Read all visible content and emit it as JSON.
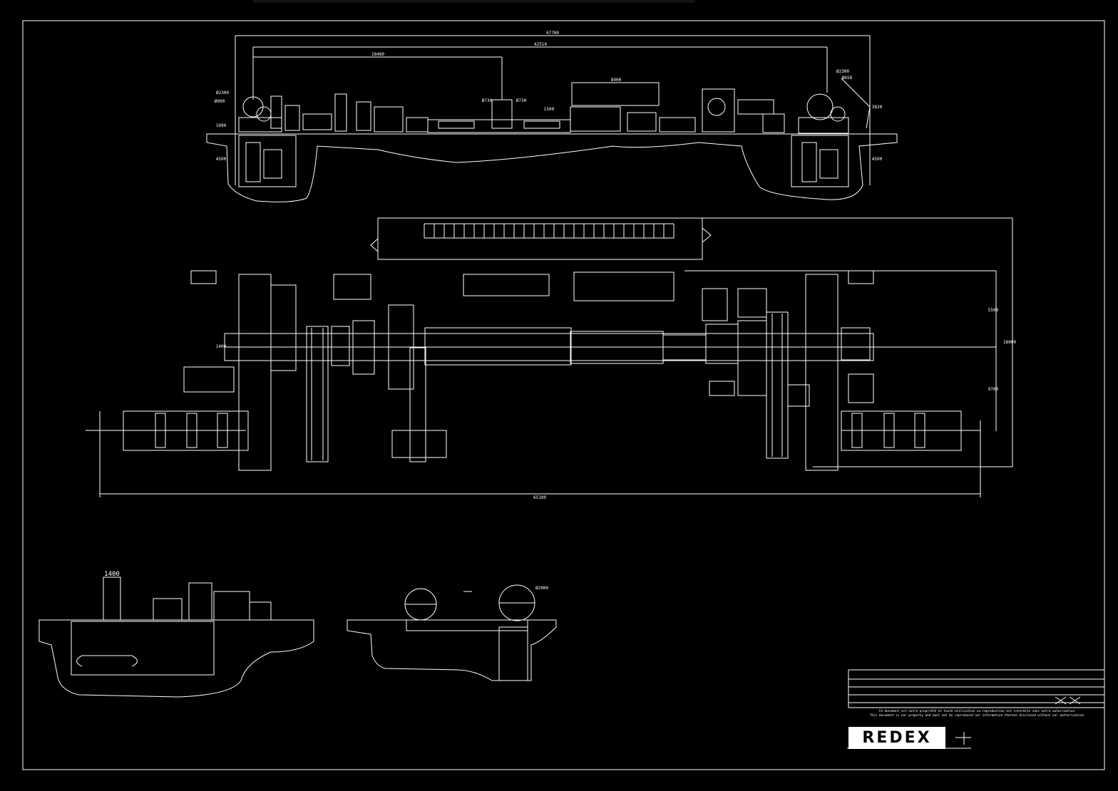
{
  "dimensions": {
    "elevation_overall": "47780",
    "elevation_inner": "42510",
    "elevation_left": "18480",
    "elevation_box": "8900",
    "diam_left_a": "Ø2300",
    "diam_left_b": "Ø900",
    "diam_mid_a": "Ø730",
    "diam_mid_b": "Ø730",
    "diam_right_a": "Ø2300",
    "diam_right_b": "Ø658",
    "height_left_a": "1090",
    "height_left_b": "4500",
    "height_right_a": "3820",
    "height_right_b": "4500",
    "height_mid": "1500",
    "plan_width": "1400",
    "plan_right_a": "5500",
    "plan_right_b": "9700",
    "plan_right_total": "18000",
    "plan_overall": "65100",
    "section_a_width": "1400",
    "section_b_diam": "Ø2000"
  },
  "title_block": {
    "notice_fr": "Ce document est notre propriété et toute utilisation ou reproduction est interdite sans notre autorisation",
    "notice_en": "This document is our property and must not be reproduced nor information thereon disclosed without our authorisation",
    "logo": "REDEX"
  },
  "colors": {
    "background": "#000000",
    "linework": "#ffffff"
  }
}
